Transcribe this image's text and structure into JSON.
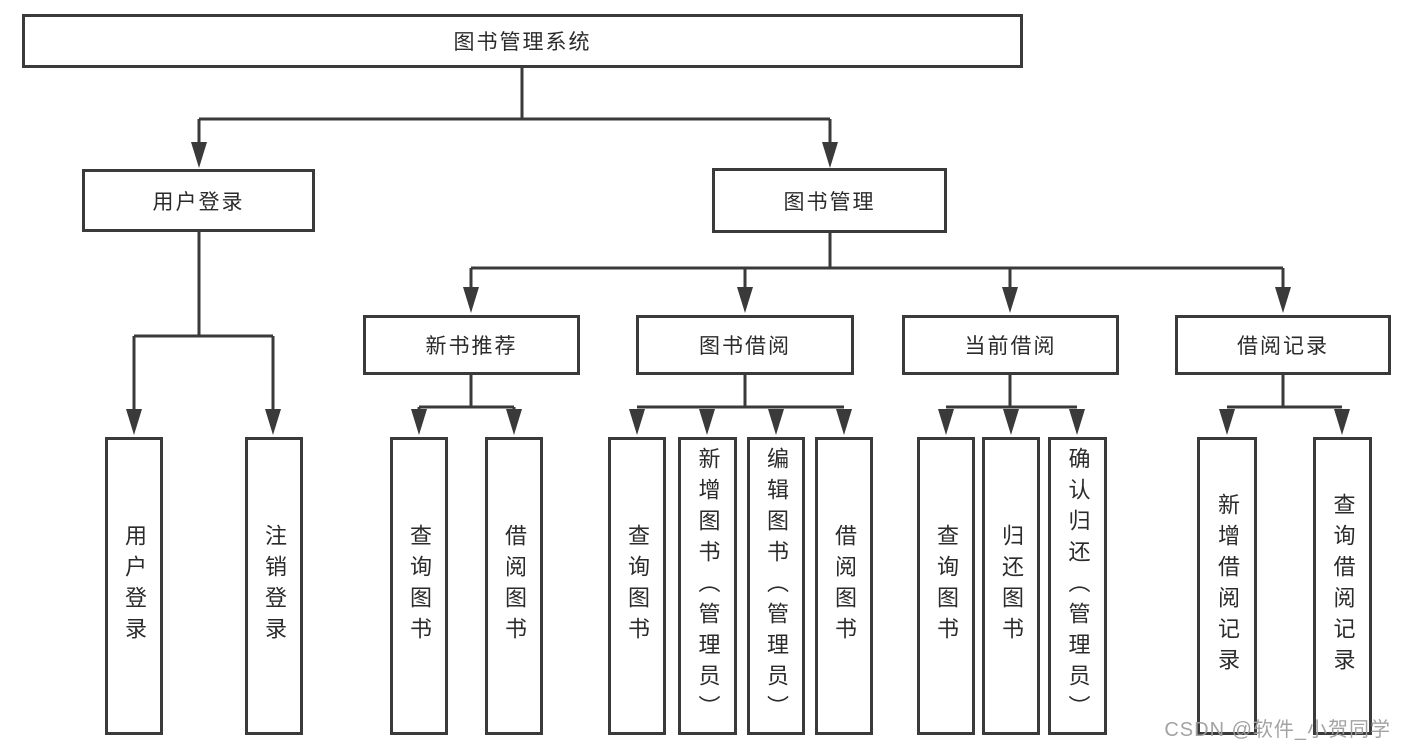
{
  "diagram": {
    "root": "图书管理系统",
    "level2": [
      "用户登录",
      "图书管理"
    ],
    "level3": [
      "新书推荐",
      "图书借阅",
      "当前借阅",
      "借阅记录"
    ],
    "level4": [
      "用户登录",
      "注销登录",
      "查询图书",
      "借阅图书",
      "查询图书",
      "新增图书（管理员）",
      "编辑图书（管理员）",
      "借阅图书",
      "查询图书",
      "归还图书",
      "确认归还（管理员）",
      "新增借阅记录",
      "查询借阅记录"
    ]
  },
  "watermark": "CSDN @软件_小贺同学",
  "colors": {
    "line": "#3a3a3a",
    "text": "#2b2b2b",
    "watermark": "#9e9e9e",
    "background": "#ffffff"
  }
}
